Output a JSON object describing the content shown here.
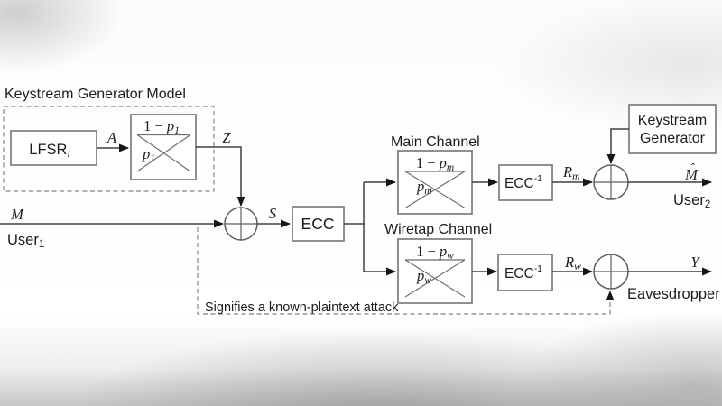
{
  "colors": {
    "line": "#404040",
    "box_stroke": "#7c7c7c",
    "inner_line": "#6f6f6f",
    "node_stroke": "#5f5f5f",
    "dashed": "#979797",
    "text": "#1c1c1c",
    "arrow": "#161616",
    "background": "#ffffff"
  },
  "diagram": {
    "keystream_model": {
      "title": "Keystream Generator Model",
      "lfsr_label": "LFSR",
      "lfsr_sub": "i",
      "channel": {
        "top_pre": "1 −",
        "top_var": "p",
        "top_sub": "1",
        "side_var": "p",
        "side_sub": "1"
      },
      "signal_a": "A",
      "signal_z": "Z"
    },
    "transmitter": {
      "message_var": "M",
      "user_label": "User",
      "user_sub": "1",
      "sum_signal": "S"
    },
    "encoder_label": "ECC",
    "main_channel": {
      "title": "Main Channel",
      "channel": {
        "top_pre": "1 −",
        "top_var": "p",
        "top_sub": "m",
        "side_var": "p",
        "side_sub": "m"
      },
      "decoder_label": "ECC",
      "decoder_sup": "-1",
      "received_var": "R",
      "received_sub": "m"
    },
    "wiretap_channel": {
      "title": "Wiretap Channel",
      "channel": {
        "top_pre": "1 −",
        "top_var": "p",
        "top_sub": "w",
        "side_var": "p",
        "side_sub": "w"
      },
      "decoder_label": "ECC",
      "decoder_sup": "-1",
      "received_var": "R",
      "received_sub": "w"
    },
    "receiver": {
      "keystream_generator_line1": "Keystream",
      "keystream_generator_line2": "Generator",
      "output_hat": "ˆ",
      "output_var": "M",
      "user_label": "User",
      "user_sub": "2"
    },
    "eavesdropper": {
      "output_var": "Y",
      "label": "Eavesdropper"
    },
    "attack_note": "Signifies a known-plaintext attack"
  }
}
